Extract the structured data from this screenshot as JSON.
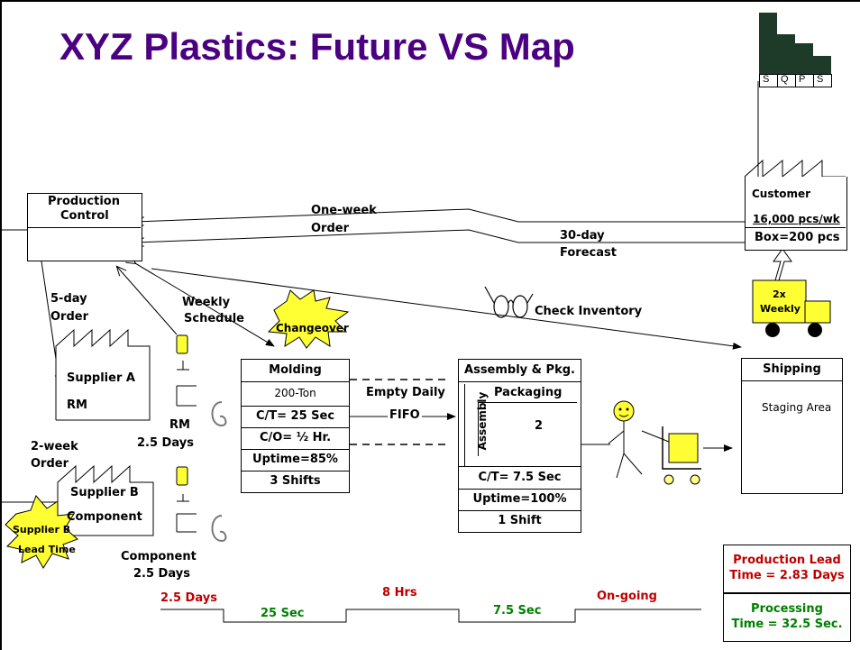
{
  "title": "XYZ Plastics: Future VS Map",
  "logo": {
    "letters": [
      "S",
      "Q",
      "P",
      "S"
    ]
  },
  "production_control": {
    "label_line1": "Production",
    "label_line2": "Control"
  },
  "customer": {
    "name": "Customer",
    "demand": "16,000 pcs/wk",
    "box": "Box=200 pcs"
  },
  "flows": {
    "one_week_order_l1": "One-week",
    "one_week_order_l2": "Order",
    "forecast_l1": "30-day",
    "forecast_l2": "Forecast",
    "five_day_order_l1": "5-day",
    "five_day_order_l2": "Order",
    "weekly_schedule_l1": "Weekly",
    "weekly_schedule_l2": "Schedule",
    "check_inventory": "Check Inventory",
    "two_week_order_l1": "2-week",
    "two_week_order_l2": "Order"
  },
  "truck": {
    "label_l1": "2x",
    "label_l2": "Weekly"
  },
  "changeover_burst": "Changeover",
  "supplier_a": {
    "name": "Supplier A",
    "material": "RM"
  },
  "supplier_b": {
    "name": "Supplier B",
    "material": "Component"
  },
  "supplier_b_burst": {
    "l1": "Supplier B",
    "l2": "Lead Time"
  },
  "inventory": {
    "rm_l1": "RM",
    "rm_l2": "2.5 Days",
    "component_l1": "Component",
    "component_l2": "2.5 Days"
  },
  "molding": {
    "title": "Molding",
    "tonnage": "200-Ton",
    "ct": "C/T= 25 Sec",
    "co": "C/O= ½ Hr.",
    "uptime": "Uptime=85%",
    "shifts": "3 Shifts"
  },
  "links": {
    "empty_daily": "Empty Daily",
    "fifo": "FIFO"
  },
  "assembly": {
    "title": "Assembly & Pkg.",
    "packaging": "Packaging",
    "assembly_vertical": "Assembly",
    "operators": "2",
    "ct": "C/T= 7.5 Sec",
    "uptime": "Uptime=100%",
    "shift": "1 Shift"
  },
  "shipping": {
    "title": "Shipping",
    "area": "Staging Area"
  },
  "timeline": {
    "d1": "2.5 Days",
    "p1": "25 Sec",
    "d2": "8 Hrs",
    "p2": "7.5 Sec",
    "d3": "On-going"
  },
  "summary": {
    "lead_l1": "Production Lead",
    "lead_l2": "Time = 2.83 Days",
    "proc_l1": "Processing",
    "proc_l2": "Time = 32.5 Sec."
  },
  "colors": {
    "title": "#4b0082",
    "lead": "#c00000",
    "processing": "#008000",
    "burst": "#ffff33",
    "truck": "#ffff33"
  }
}
